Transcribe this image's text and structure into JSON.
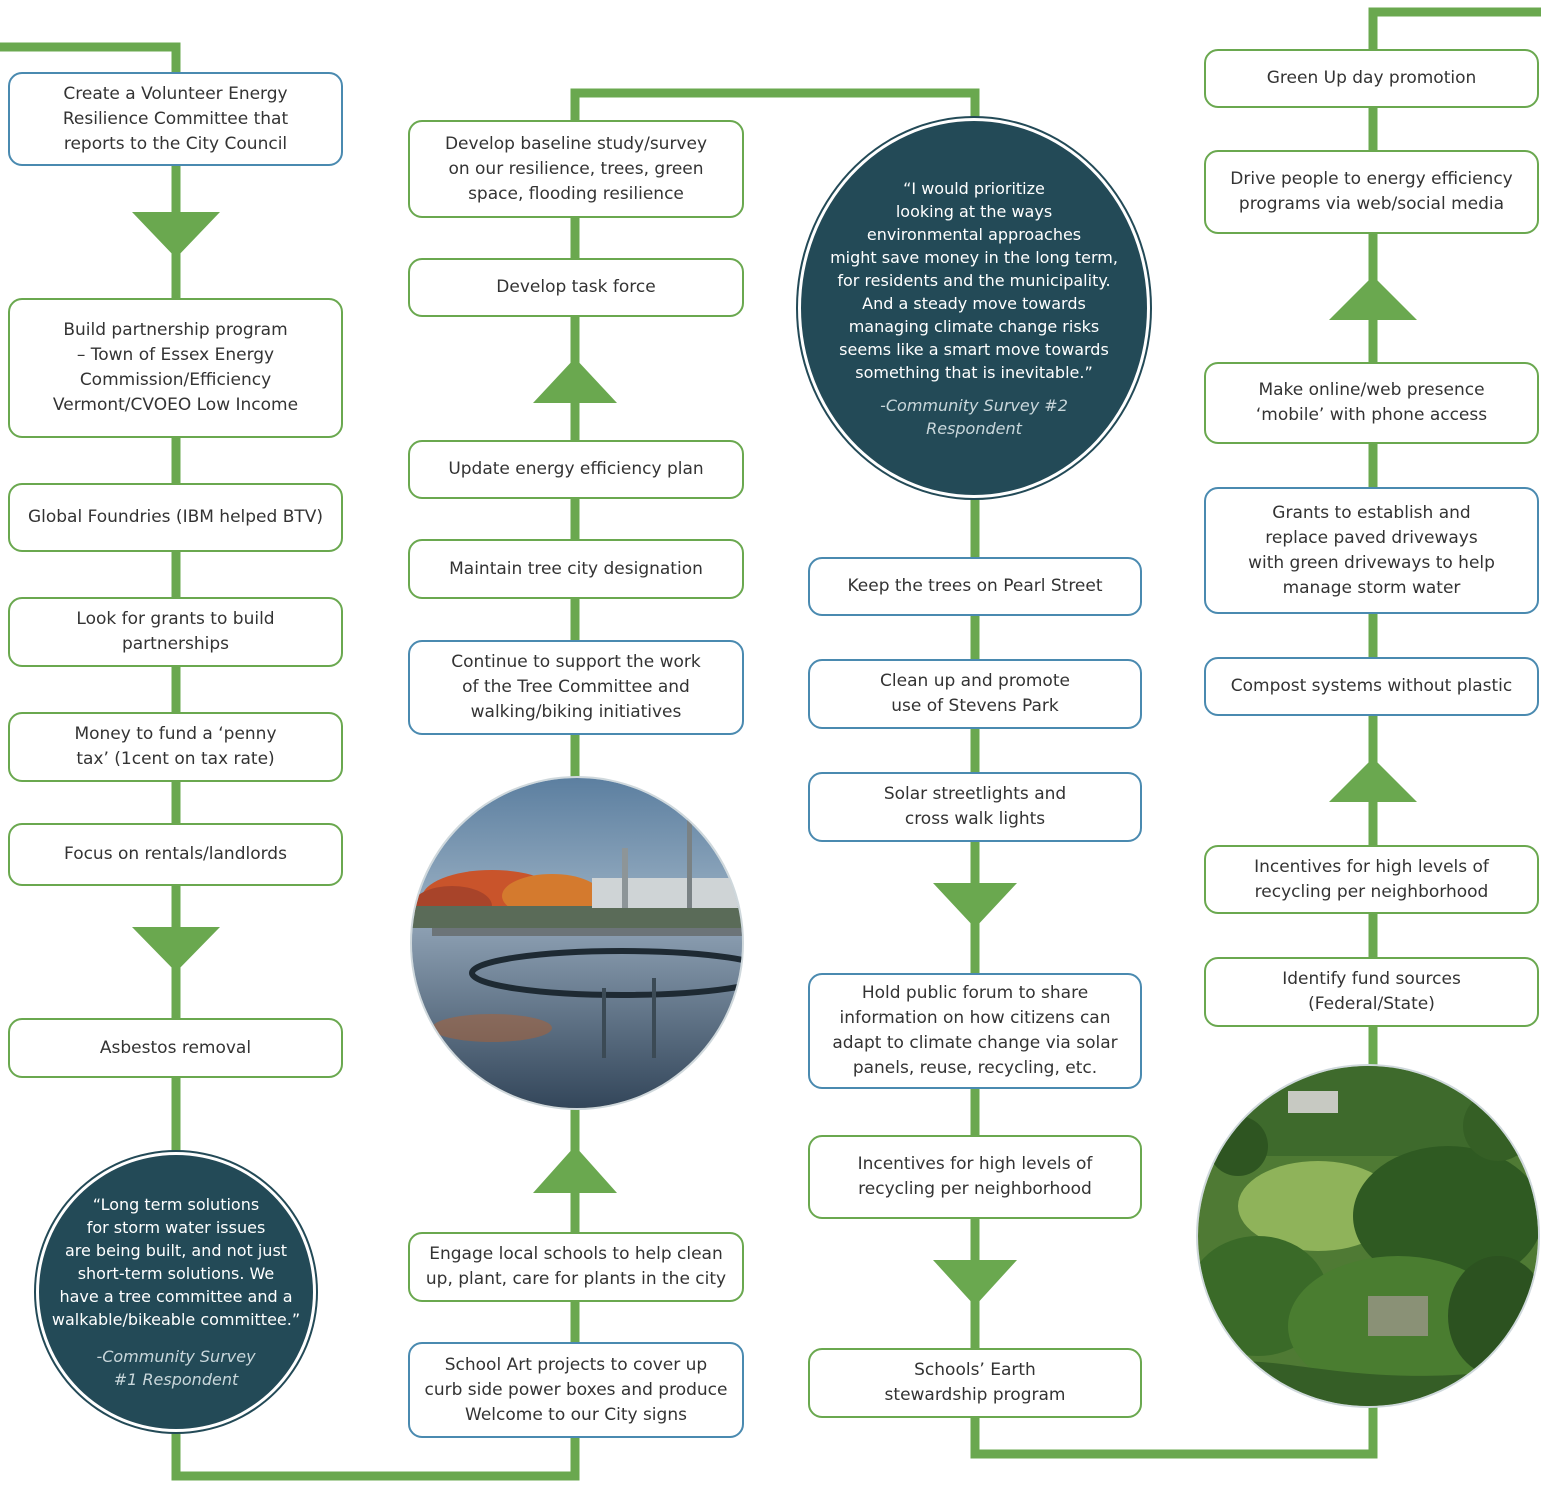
{
  "colors": {
    "connector": "#6aa84f",
    "box_border_green": "#6aa84f",
    "box_border_blue": "#4a8ab0",
    "quote_fill": "#234a57",
    "text": "#333333"
  },
  "column1": {
    "boxes": [
      {
        "text": "Create a Volunteer Energy\nResilience Committee that\nreports to the City Council"
      },
      {
        "text": "Build partnership program\n– Town of Essex Energy\nCommission/Efficiency\nVermont/CVOEO Low Income"
      },
      {
        "text": "Global Foundries (IBM helped BTV)"
      },
      {
        "text": "Look for grants to build\npartnerships"
      },
      {
        "text": "Money to fund a ‘penny\ntax’ (1cent on tax rate)"
      },
      {
        "text": "Focus on rentals/landlords"
      },
      {
        "text": "Asbestos removal"
      }
    ],
    "quote": {
      "text": "“Long term solutions\nfor storm water issues\nare being built, and not just\nshort-term solutions. We\nhave a tree committee and a\nwalkable/bikeable committee.”",
      "source": "-Community Survey\n#1 Respondent"
    }
  },
  "column2": {
    "boxes": [
      {
        "text": "Develop baseline study/survey\non our resilience, trees, green\nspace, flooding resilience"
      },
      {
        "text": "Develop task force"
      },
      {
        "text": "Update energy efficiency plan"
      },
      {
        "text": "Maintain tree city designation"
      },
      {
        "text": "Continue to support the work\nof the Tree Committee and\nwalking/biking initiatives"
      },
      {
        "text": "Engage local schools to help clean\nup, plant, care for plants in the city"
      },
      {
        "text": "School Art projects to cover up\ncurb side power boxes and produce\nWelcome to our City signs"
      }
    ],
    "photo": "water-treatment-tanks-autumn-trees"
  },
  "column3": {
    "quote": {
      "text": "“I would prioritize\nlooking at the ways\nenvironmental approaches\nmight save money in the long term,\nfor residents and the municipality.\nAnd a steady move towards\nmanaging climate change risks\nseems like a smart move towards\nsomething that is inevitable.”",
      "source": "-Community Survey #2\nRespondent"
    },
    "boxes": [
      {
        "text": "Keep the trees on Pearl Street"
      },
      {
        "text": "Clean up and promote\nuse of Stevens Park"
      },
      {
        "text": "Solar streetlights and\ncross walk lights"
      },
      {
        "text": "Hold public forum to share\ninformation on how citizens can\nadapt to climate change via solar\npanels, reuse, recycling, etc."
      },
      {
        "text": "Incentives for high levels of\nrecycling per neighborhood"
      },
      {
        "text": "Schools’ Earth\nstewardship program"
      }
    ]
  },
  "column4": {
    "boxes": [
      {
        "text": "Green Up day promotion"
      },
      {
        "text": "Drive people to energy efficiency\nprograms via web/social media"
      },
      {
        "text": "Make online/web presence\n‘mobile’ with phone access"
      },
      {
        "text": "Grants to establish and\nreplace paved driveways\nwith green driveways to help\nmanage storm water"
      },
      {
        "text": "Compost systems without plastic"
      },
      {
        "text": "Incentives for high levels of\nrecycling per neighborhood"
      },
      {
        "text": "Identify fund sources\n(Federal/State)"
      }
    ],
    "photo": "aerial-view-green-forest"
  }
}
